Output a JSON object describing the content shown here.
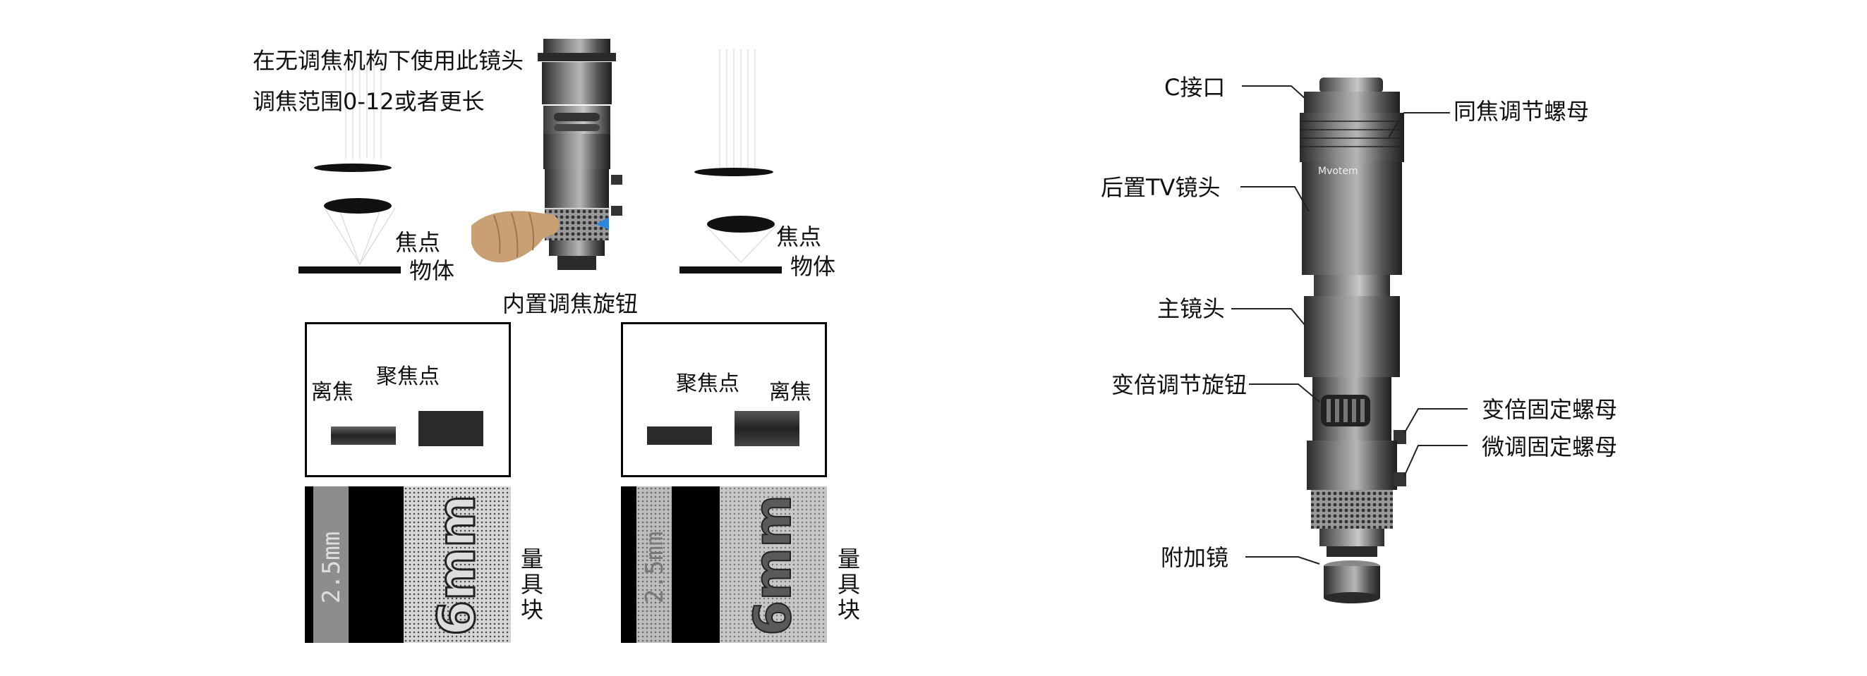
{
  "left": {
    "note_line1": "在无调焦机构下使用此镜头",
    "note_line2": "调焦范围0-12或者更长",
    "focus_point_a": "焦点",
    "object_a": "物体",
    "focus_point_b": "焦点",
    "object_b": "物体",
    "knob_caption": "内置调焦旋钮",
    "panel_a": {
      "defocus": "离焦",
      "focus": "聚焦点"
    },
    "panel_b": {
      "focus": "聚焦点",
      "defocus": "离焦"
    },
    "gauge_a": {
      "small_text": "2.5mm",
      "big_text": "6mm",
      "side_label": "量具块"
    },
    "gauge_b": {
      "small_text": "2.5mm",
      "big_text": "6mm",
      "side_label": "量具块"
    }
  },
  "right": {
    "brand": "Mvotem",
    "labels": {
      "c_mount": "C接口",
      "parfocal_nut": "同焦调节螺母",
      "tv_lens": "后置TV镜头",
      "main_lens": "主镜头",
      "zoom_knob": "变倍调节旋钮",
      "zoom_lock": "变倍固定螺母",
      "fine_lock": "微调固定螺母",
      "aux_lens": "附加镜"
    }
  }
}
